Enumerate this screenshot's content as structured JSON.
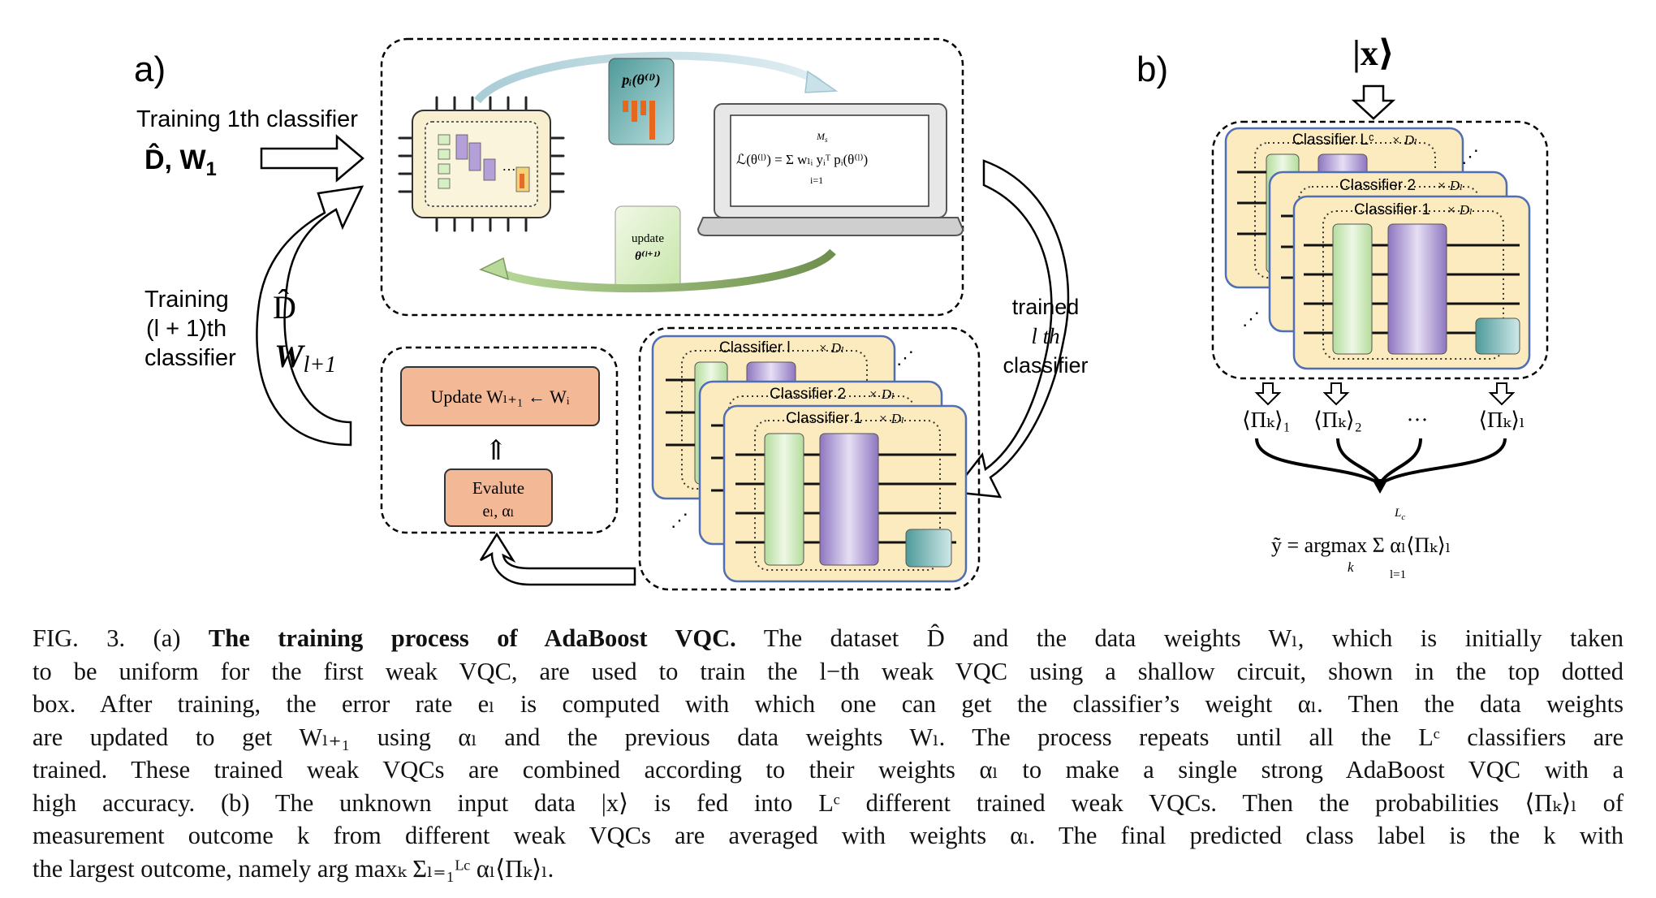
{
  "panel_a": {
    "label": "a)",
    "training_first_line1": "Training 1th classifier",
    "training_first_line2": "D̂, W",
    "training_first_sub": "1",
    "training_next_line1": "Training",
    "training_next_line2": "(l + 1)th",
    "training_next_line3": "classifier",
    "next_D": "D̂",
    "next_W": "W",
    "next_W_sub": "l+1",
    "prob_label": "pᵢ(θ⁽ˡ⁾)",
    "loss_formula": "ℒ(θ⁽ˡ⁾) = Σ wₗᵢ yᵢᵀ pᵢ(θ⁽ˡ⁾)",
    "loss_sum_top": "M",
    "loss_sum_top_sub": "s",
    "loss_sum_bottom": "i=1",
    "update_label": "update",
    "update_theta": "θ⁽ˡ⁺¹⁾",
    "update_weights": "Update Wₗ₊₁ ← Wᵢ",
    "evaluate_line1": "Evalute",
    "evaluate_line2": "eₗ, αₗ",
    "trained_line1": "trained",
    "trained_line2": "l th",
    "trained_line3": "classifier",
    "stack": {
      "back": "Classifier l",
      "middle": "Classifier 2",
      "front": "Classifier 1",
      "multiplier": "× Dₗ"
    }
  },
  "panel_b": {
    "label": "b)",
    "input": "|x⟩",
    "stack": {
      "back": "Classifier Lᶜ",
      "middle": "Classifier 2",
      "front": "Classifier 1",
      "multiplier": "× Dₗ"
    },
    "outputs": [
      "⟨Πₖ⟩₁",
      "⟨Πₖ⟩₂",
      "···",
      "⟨Πₖ⟩ₗ"
    ],
    "final_formula": "ỹ = argmax Σ αₗ⟨Πₖ⟩ₗ",
    "final_sum_top": "L",
    "final_sum_top_sub": "c",
    "final_sum_bottom": "l=1",
    "final_argmax_sub": "k"
  },
  "caption": {
    "lines": [
      "FIG. 3.   (a) The training process of AdaBoost VQC. The dataset D̂ and the data weights Wₗ, which is initially taken",
      "to be uniform for the first weak VQC, are used to train the l−th weak VQC using a shallow circuit, shown in the top dotted",
      "box.  After training, the error rate eₗ is computed with which one can get the classifier’s weight αₗ.  Then the data weights",
      "are updated to get Wₗ₊₁ using αₗ and the previous data weights Wₗ.  The process repeats until all the Lᶜ classifiers are",
      "trained. These trained weak VQCs are combined according to their weights αₗ to make a single strong AdaBoost VQC with a",
      "high accuracy.  (b) The unknown input data |x⟩ is fed into Lᶜ different trained weak VQCs.  Then the probabilities ⟨Πₖ⟩ₗ of",
      "measurement outcome k from different weak VQCs are averaged with weights αₗ.  The final predicted class label is the k with",
      "the largest outcome, namely arg maxₖ Σₗ₌₁ᴸᶜ αₗ⟨Πₖ⟩ₗ."
    ],
    "bold_phrase": "The training process of AdaBoost VQC."
  }
}
